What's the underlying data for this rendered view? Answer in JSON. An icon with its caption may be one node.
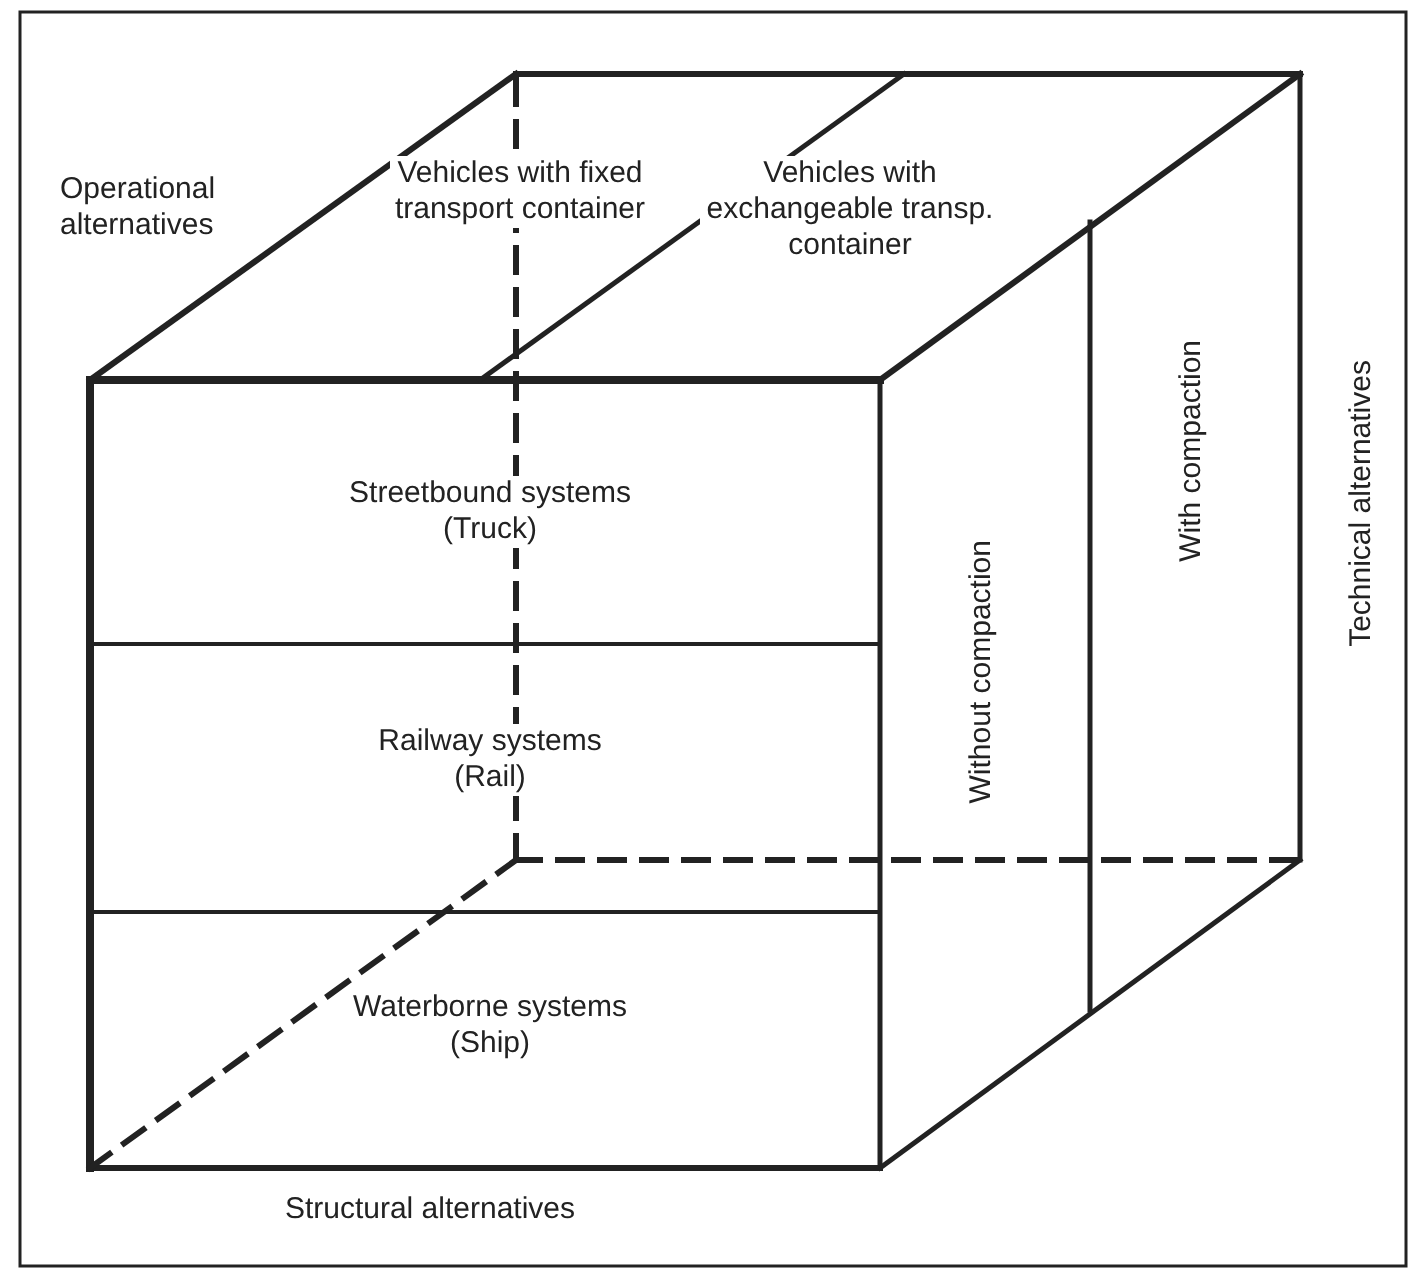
{
  "diagram": {
    "nodes": [
      {
        "text": [
          "Vehicles with fixed transport container"
        ]
      },
      {
        "text": [
          "Vehicles with exchangeable transp. container"
        ]
      },
      {
        "text": [
          "Streetbound systems (Truck)"
        ]
      },
      {
        "text": [
          "Railway systems (Rail)"
        ]
      },
      {
        "text": [
          "Waterborne systems (Ship)"
        ]
      },
      {
        "text": [
          "Without compaction"
        ]
      },
      {
        "text": [
          "With compaction"
        ]
      }
    ],
    "labels": [
      "Operational alternatives",
      "Technical alternatives",
      "Structural alternatives"
    ]
  }
}
